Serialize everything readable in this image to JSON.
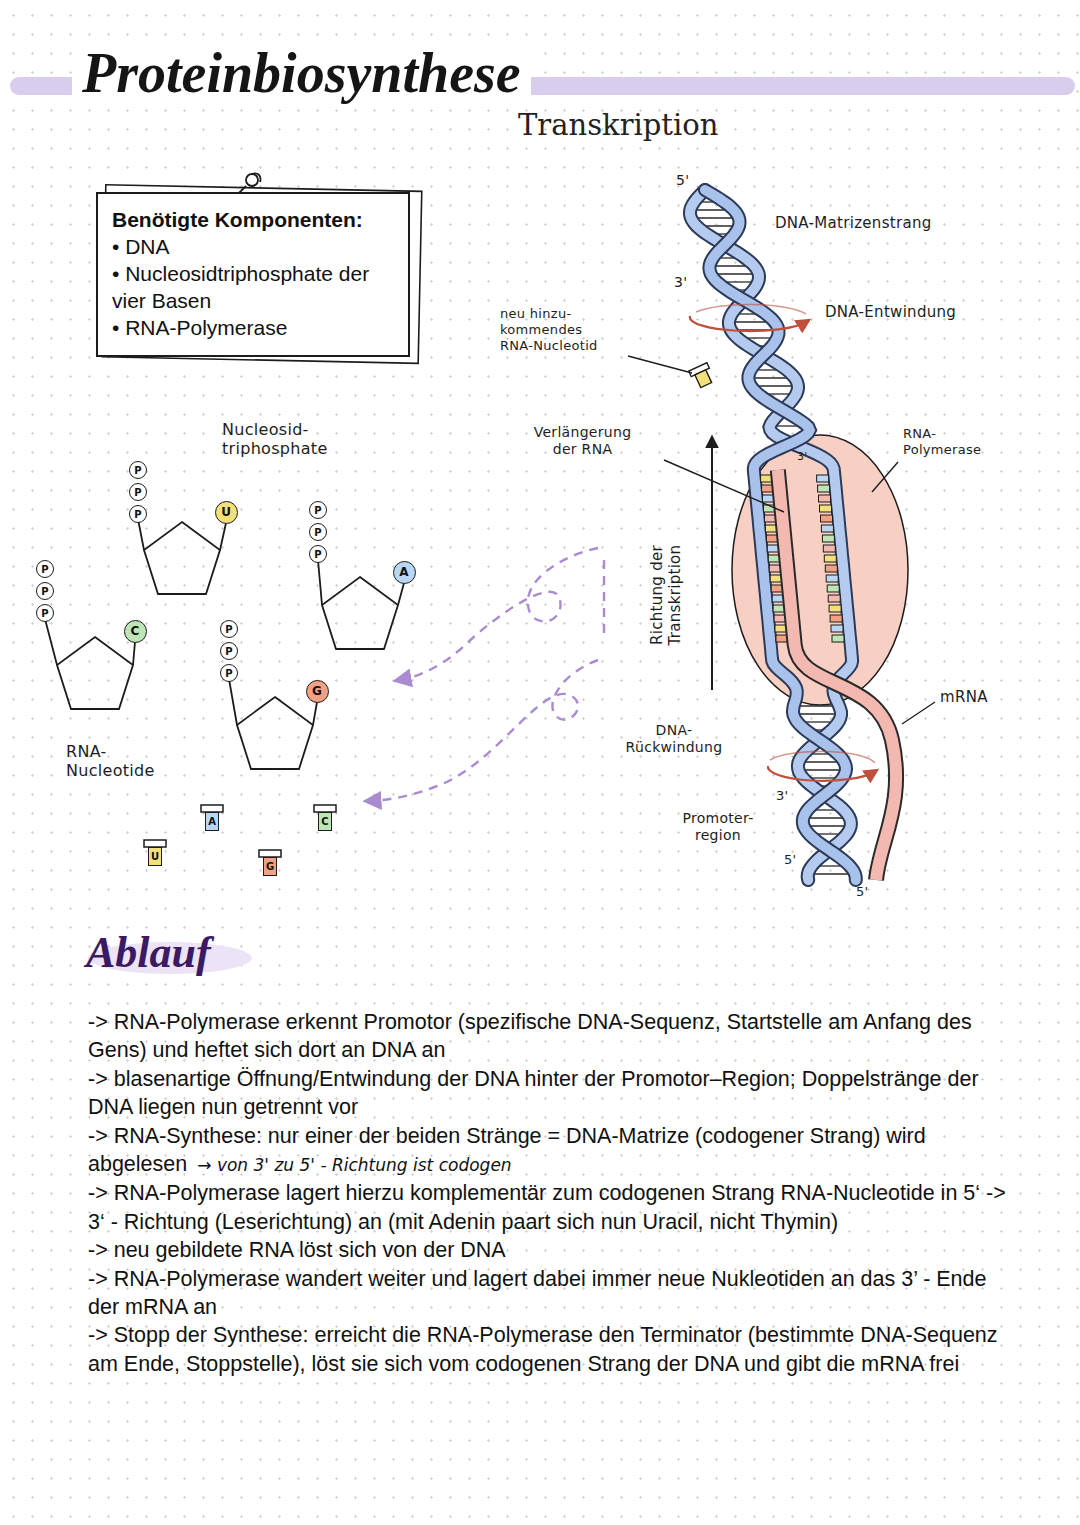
{
  "diagram": {
    "title": "Proteinbiosynthese",
    "nodes": [
      {
        "text": [
          "Benötigte Komponenten:",
          "• DNA",
          "• Nucleosidtriphosphate der vier Basen",
          "• RNA-Polymerase"
        ]
      },
      {
        "text": [
          "P"
        ]
      },
      {
        "text": [
          "P"
        ]
      },
      {
        "text": [
          "P"
        ]
      },
      {
        "text": [
          "U"
        ]
      },
      {
        "text": [
          "P"
        ]
      },
      {
        "text": [
          "P"
        ]
      },
      {
        "text": [
          "P"
        ]
      },
      {
        "text": [
          "C"
        ]
      },
      {
        "text": [
          "P"
        ]
      },
      {
        "text": [
          "P"
        ]
      },
      {
        "text": [
          "P"
        ]
      },
      {
        "text": [
          "A"
        ]
      },
      {
        "text": [
          "P"
        ]
      },
      {
        "text": [
          "P"
        ]
      },
      {
        "text": [
          "P"
        ]
      },
      {
        "text": [
          "G"
        ]
      },
      {
        "text": [
          "U"
        ]
      },
      {
        "text": [
          "A"
        ]
      },
      {
        "text": [
          "G"
        ]
      },
      {
        "text": [
          "C"
        ]
      }
    ],
    "labels": [
      "Transkription",
      "Nucleosid- triphosphate",
      "RNA- Nucleotide",
      "5'",
      "DNA-Matrizenstrang",
      "3'",
      "DNA-Entwindung",
      "neu hinzu- kommendes RNA-Nucleotid",
      "Verlängerung der RNA",
      "RNA- Polymerase",
      "Richtung der Transkription",
      "3'",
      "mRNA",
      "DNA- Rückwindung",
      "Promoter- region",
      "3'",
      "5'",
      "5'",
      "Ablauf",
      "-> RNA-Polymerase erkennt Promotor (spezifische DNA-Sequenz, Startstelle am Anfang des Gens) und heftet sich dort an DNA an",
      "-> blasenartige Öffnung/Entwindung der DNA hinter der Promotor–Region; Doppelstränge der DNA liegen nun getrennt vor",
      "-> RNA-Synthese: nur einer der beiden Stränge = DNA-Matrize (codogener Strang) wird abgelesen",
      "→ von 3' zu 5' - Richtung ist codogen",
      "-> RNA-Polymerase lagert hierzu komplementär zum codogenen Strang RNA-Nucleotide in 5‘ -> 3‘ - Richtung (Leserichtung) an (mit Adenin paart sich nun Uracil, nicht Thymin)",
      "-> neu gebildete RNA löst sich von der DNA",
      "-> RNA-Polymerase wandert weiter und lagert dabei immer neue Nukleotiden an das 3’ - Ende der mRNA an",
      "-> Stopp der Synthese: erreicht die RNA-Polymerase den Terminator (bestimmte DNA-Sequenz am Ende, Stoppstelle), löst sie sich vom codogenen Strang der DNA und gibt die mRNA frei"
    ]
  }
}
